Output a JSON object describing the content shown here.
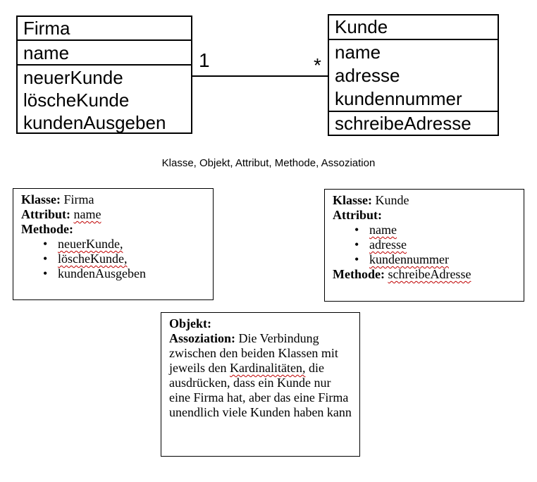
{
  "uml": {
    "firma": {
      "title": "Firma",
      "attributes": [
        "name"
      ],
      "methods": [
        "neuerKunde",
        "löscheKunde",
        "kundenAusgeben"
      ]
    },
    "kunde": {
      "title": "Kunde",
      "attributes": [
        "name",
        "adresse",
        "kundennummer"
      ],
      "methods": [
        "schreibeAdresse"
      ]
    },
    "association": {
      "left_multiplicity": "1",
      "right_multiplicity": "*"
    }
  },
  "caption": "Klasse, Objekt, Attribut, Methode, Assoziation",
  "notes": {
    "firma": {
      "klasse_label": "Klasse:",
      "klasse_value": "Firma",
      "attribut_label": "Attribut:",
      "attribut_value": "name",
      "methode_label": "Methode:",
      "bullets": [
        {
          "text": "neuerKunde,",
          "misspelled": true
        },
        {
          "text": "löscheKunde,",
          "misspelled": true
        },
        {
          "text": "kundenAusgeben",
          "misspelled": false
        }
      ]
    },
    "kunde": {
      "klasse_label": "Klasse:",
      "klasse_value": "Kunde",
      "attribut_label": "Attribut:",
      "bullets": [
        {
          "text": "name",
          "misspelled": true
        },
        {
          "text": "adresse",
          "misspelled": true
        },
        {
          "text": "kundennummer",
          "misspelled": true
        }
      ],
      "methode_label": "Methode:",
      "methode_value": "schreibeAdresse"
    },
    "assoziation": {
      "objekt_label": "Objekt:",
      "assoziation_label": "Assoziation:",
      "text_before": "Die Verbindung zwischen den beiden Klassen mit jeweils den ",
      "misspelled_word": "Kardinalitäten,",
      "text_after": " die ausdrücken, dass ein Kunde nur eine Firma hat, aber das eine Firma unendlich viele Kunden haben kann"
    }
  },
  "colors": {
    "line": "#000000",
    "squiggle": "#c00000",
    "background": "#ffffff"
  }
}
